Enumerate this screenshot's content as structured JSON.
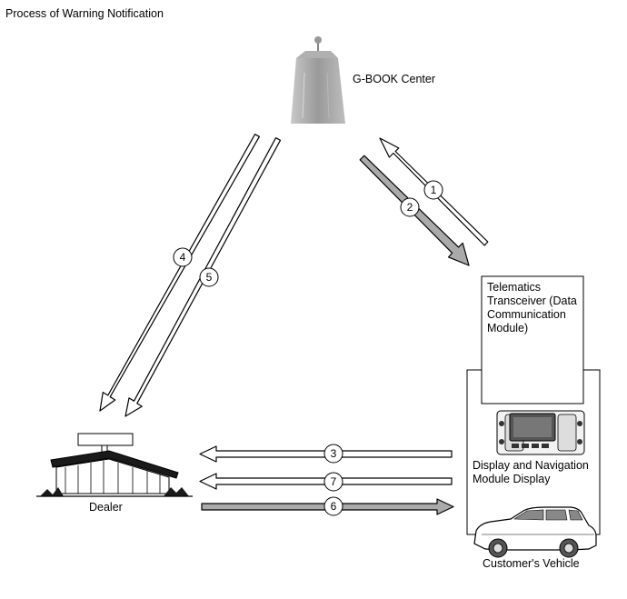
{
  "title": "Process of Warning Notification",
  "nodes": {
    "center": "G-BOOK Center",
    "telematics": "Telematics\nTransceiver (Data\nCommunication\nModule)",
    "display": "Display and Navigation\nModule Display",
    "dealer": "Dealer",
    "vehicle": "Customer's Vehicle"
  },
  "steps": [
    "1",
    "2",
    "3",
    "4",
    "5",
    "6",
    "7"
  ],
  "colors": {
    "outline": "#000000",
    "shaded_arrow": "#aaaaaa",
    "building": "#999999"
  }
}
